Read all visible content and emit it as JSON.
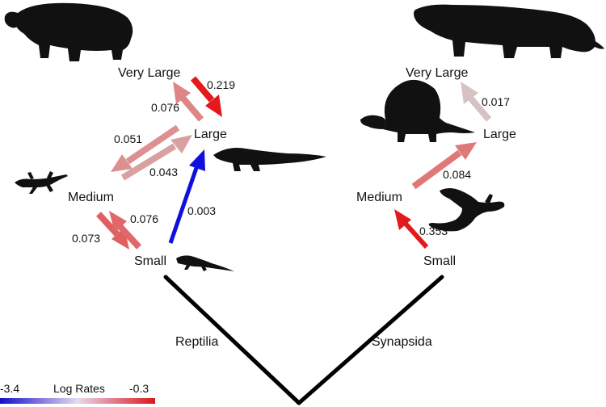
{
  "colors": {
    "scale_low": "#1010c8",
    "scale_high": "#d81818",
    "arrow_strong_red": "#e31a1c",
    "arrow_medium_red": "#e06060",
    "arrow_light_red": "#dc8f8f",
    "arrow_pale": "#d8c4c4",
    "arrow_blue": "#1010dd",
    "tree": "#000000"
  },
  "clades": {
    "left": "Reptilia",
    "right": "Synapsida"
  },
  "reptilia": {
    "states": {
      "very_large": "Very Large",
      "large": "Large",
      "medium": "Medium",
      "small": "Small"
    },
    "rates": {
      "large_to_very_large": "0.076",
      "very_large_to_large": "0.219",
      "large_to_medium": "0.051",
      "medium_to_large": "0.043",
      "medium_to_small": "0.073",
      "small_to_medium": "0.076",
      "small_to_large": "0.003"
    },
    "silhouettes": [
      "pareiasaur-silhouette",
      "crocodile-silhouette",
      "lizard-silhouette",
      "small-lizard-silhouette"
    ]
  },
  "synapsida": {
    "states": {
      "very_large": "Very Large",
      "large": "Large",
      "medium": "Medium",
      "small": "Small"
    },
    "rates": {
      "large_to_very_large": "0.017",
      "medium_to_large": "0.084",
      "small_to_medium": "0.353"
    },
    "silhouettes": [
      "large-synapsid-silhouette",
      "dimetrodon-silhouette",
      "varanopid-silhouette"
    ]
  },
  "legend": {
    "title": "Log Rates",
    "min_label": "-3.4",
    "max_label": "-0.3"
  }
}
